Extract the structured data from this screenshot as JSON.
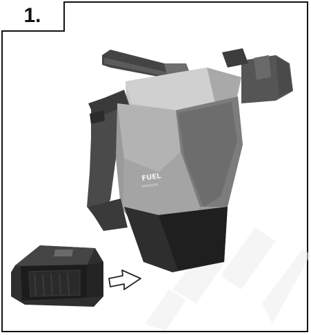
{
  "step": {
    "label": "1."
  },
  "tool": {
    "brand_text": "FUEL",
    "sub_text": "BRUSHLESS"
  },
  "icons": {
    "arrow": "outline-right-arrow-icon",
    "drill": "rotary-hammer-drill-illustration",
    "battery": "battery-pack-illustration"
  },
  "colors": {
    "frame": "#111111",
    "body_light": "#bfbfbf",
    "body_mid": "#8f8f8f",
    "body_dark": "#3c3c3c",
    "watermark": "#f1f1f1"
  }
}
